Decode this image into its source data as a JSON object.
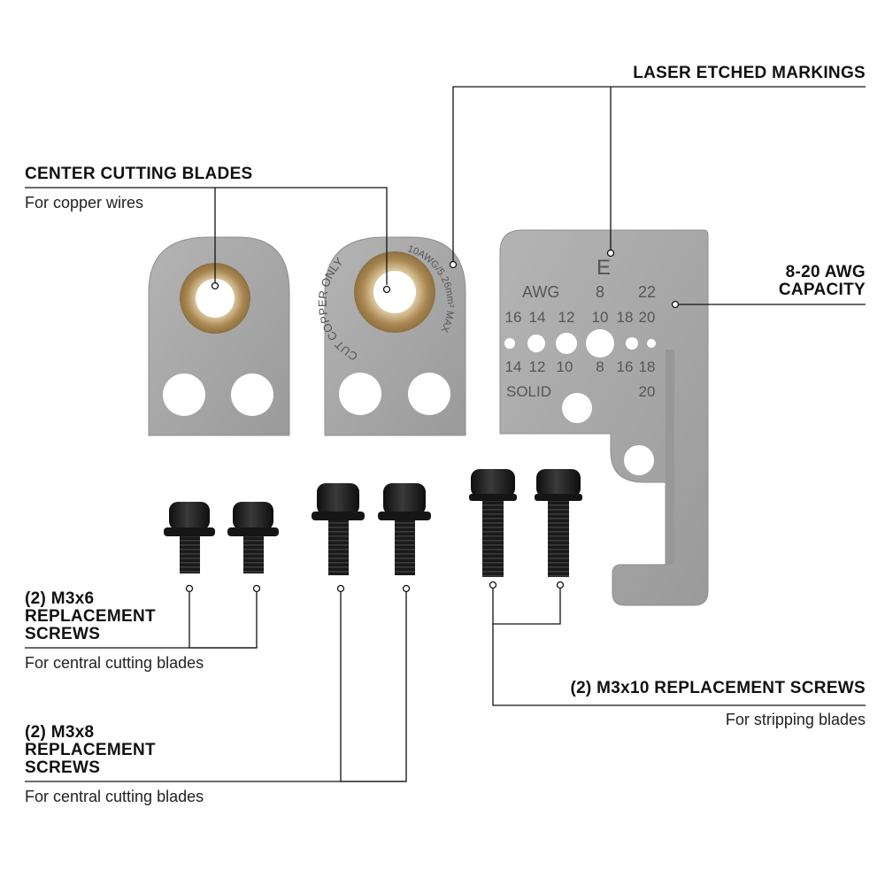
{
  "callouts": {
    "center_cutting_blades": {
      "title": "CENTER CUTTING BLADES",
      "subtitle": "For copper wires"
    },
    "laser_etched": {
      "title": "LASER ETCHED MARKINGS"
    },
    "capacity": {
      "line1": "8-20 AWG",
      "line2": "CAPACITY"
    },
    "m3x6": {
      "line1": "(2) M3x6",
      "line2": "REPLACEMENT",
      "line3": "SCREWS",
      "subtitle": "For central cutting blades"
    },
    "m3x8": {
      "line1": "(2) M3x8",
      "line2": "REPLACEMENT",
      "line3": "SCREWS",
      "subtitle": "For central cutting blades"
    },
    "m3x10": {
      "title": "(2) M3x10 REPLACEMENT SCREWS",
      "subtitle": "For stripping blades"
    }
  },
  "blade_markings": {
    "curve_left": "CUT COPPER ONLY",
    "curve_right": "10AWG/5.26mm² MAX",
    "letter": "E",
    "awg": "AWG",
    "top_8": "8",
    "top_22": "22",
    "row1": [
      "16",
      "14",
      "12",
      "10",
      "18",
      "20"
    ],
    "row2": [
      "14",
      "12",
      "10",
      "8",
      "16",
      "18"
    ],
    "solid": "SOLID",
    "bottom_20": "20"
  },
  "colors": {
    "steel": "#a7a7a7",
    "brass": "#b89a6a",
    "screw": "#1b1b1b",
    "line": "#111111"
  }
}
